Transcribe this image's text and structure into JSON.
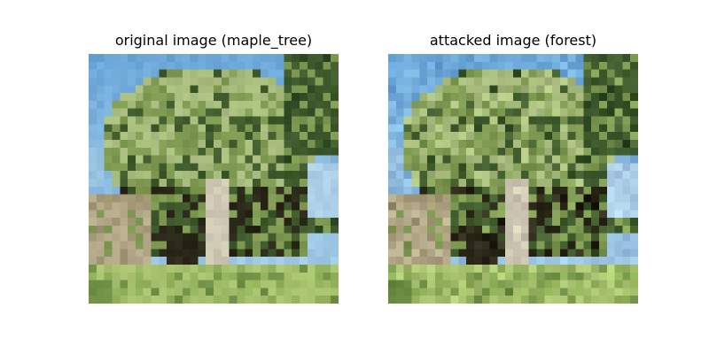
{
  "figure": {
    "panels": [
      {
        "title": "original image (maple_tree)",
        "image_description": "pixelated 32x32 photo of a leafy green tree against blue sky, with a building and grass at the bottom",
        "image_style": "original"
      },
      {
        "title": "attacked image (forest)",
        "image_description": "same pixelated tree photo with faint adversarial noise added",
        "image_style": "noisy"
      }
    ]
  },
  "colors": {
    "sky": "#6aa6d8",
    "sky_light": "#9cc6e4",
    "foliage_light": "#a9bd7e",
    "foliage_mid": "#7f9a52",
    "foliage_dark": "#3f5a2c",
    "trunk": "#cfc8b4",
    "building": "#b7ab8c",
    "shadow": "#2a2718",
    "grass": "#a8c26f",
    "grass_dark": "#6f8f45"
  }
}
